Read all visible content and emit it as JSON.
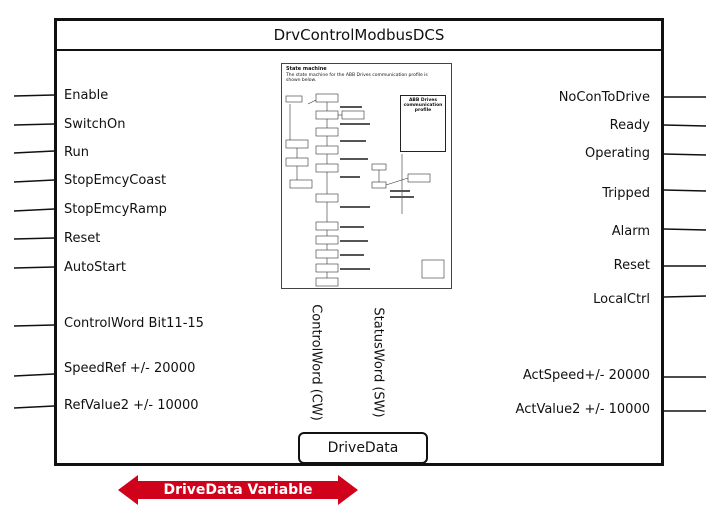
{
  "block": {
    "title": "DrvControlModbusDCS"
  },
  "inputs": [
    "Enable",
    "SwitchOn",
    "Run",
    "StopEmcyCoast",
    "StopEmcyRamp",
    "Reset",
    "AutoStart",
    "ControlWord Bit11-15",
    "SpeedRef +/- 20000",
    "RefValue2 +/- 10000"
  ],
  "outputs": [
    "NoConToDrive",
    "Ready",
    "Operating",
    "Tripped",
    "Alarm",
    "Reset",
    "LocalCtrl",
    "ActSpeed+/- 20000",
    "ActValue2 +/- 10000"
  ],
  "state_machine": {
    "heading": "State machine",
    "description": "The state machine for the ABB Drives communication profile is shown below.",
    "profile_title": "ABB Drives communication profile"
  },
  "drive_data": {
    "label": "DriveData"
  },
  "vertical_labels": {
    "control_word": "ControlWord (CW)",
    "status_word": "StatusWord (SW)"
  },
  "banner": {
    "label": "DriveData Variable",
    "color": "#d0021b"
  },
  "colors": {
    "line": "#111111",
    "banner": "#d0021b"
  }
}
